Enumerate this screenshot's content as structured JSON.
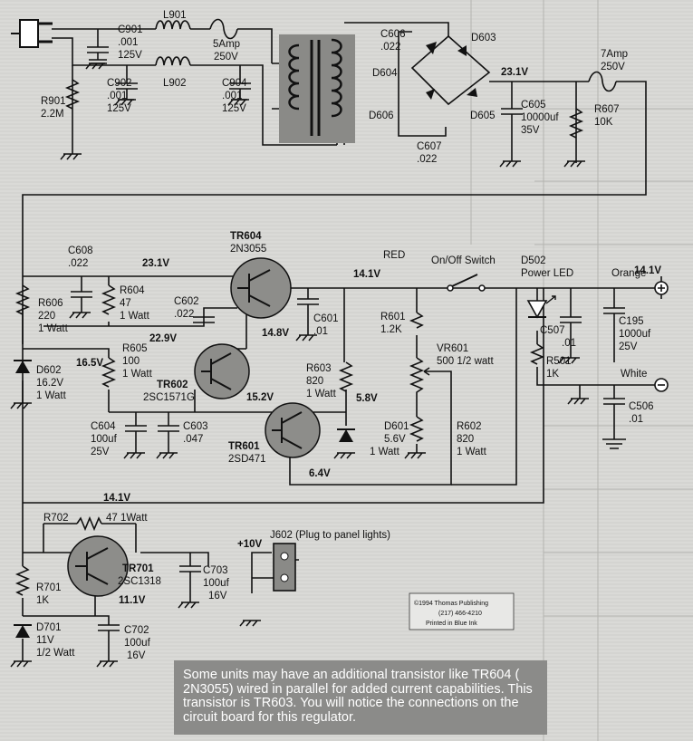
{
  "labels": {
    "c901": [
      "C901",
      ".001",
      "125V"
    ],
    "l901": "L901",
    "fuse1": [
      "5Amp",
      "250V"
    ],
    "l902": "L902",
    "c902": [
      "C902",
      ".001",
      "125V"
    ],
    "c904": [
      "C904",
      ".001",
      "125V"
    ],
    "r901": [
      "R901",
      "2.2M"
    ],
    "c606": [
      "C606",
      ".022"
    ],
    "d603": "D603",
    "d604": "D604",
    "d606": "D606",
    "d605": "D605",
    "c607": [
      "C607",
      ".022"
    ],
    "v231a": "23.1V",
    "c605": [
      "C605",
      "10000uf",
      "35V"
    ],
    "fuse2": [
      "7Amp",
      "250V"
    ],
    "r607": [
      "R607",
      "10K"
    ],
    "c608": [
      "C608",
      ".022"
    ],
    "v231b": "23.1V",
    "tr604": [
      "TR604",
      "2N3055"
    ],
    "v141a": "14.1V",
    "red": "RED",
    "switch": "On/Off Switch",
    "d502": [
      "D502",
      "Power LED"
    ],
    "orange": "Orange",
    "v141b": "14.1V",
    "r606": [
      "R606",
      "220",
      "1 Watt"
    ],
    "r604": [
      "R604",
      "47",
      "1 Watt"
    ],
    "c602": [
      "C602",
      ".022"
    ],
    "c601": [
      "C601",
      ".01"
    ],
    "r601": [
      "R601",
      "1.2K"
    ],
    "vr601": [
      "VR601",
      "500 1/2 watt"
    ],
    "v229": "22.9V",
    "v148": "14.8V",
    "r605": [
      "R605",
      "100",
      "1 Watt"
    ],
    "v165": "16.5V",
    "d602": [
      "D602",
      "16.2V",
      "1 Watt"
    ],
    "r603": [
      "R603",
      "820",
      "1 Watt"
    ],
    "v58": "5.8V",
    "tr602": [
      "TR602",
      "2SC1571G"
    ],
    "v152": "15.2V",
    "c507": [
      "C507",
      ".01"
    ],
    "c195": [
      "C195",
      "1000uf",
      "25V"
    ],
    "r501": [
      "R501",
      "1K"
    ],
    "white": "White",
    "c506": [
      "C506",
      ".01"
    ],
    "c604": [
      "C604",
      "100uf",
      "25V"
    ],
    "c603": [
      "C603",
      ".047"
    ],
    "tr601": [
      "TR601",
      "2SD471"
    ],
    "d601": [
      "D601",
      "5.6V",
      "1 Watt"
    ],
    "r602": [
      "R602",
      "820",
      "1 Watt"
    ],
    "v64": "6.4V",
    "v141c": "14.1V",
    "r702": [
      "R702",
      "47 1Watt"
    ],
    "j602": "J602 (Plug to panel lights)",
    "v10": "+10V",
    "tr701": [
      "TR701",
      "2SC1318"
    ],
    "c703": [
      "C703",
      "100uf",
      "16V"
    ],
    "r701": [
      "R701",
      "1K"
    ],
    "v111": "11.1V",
    "d701": [
      "D701",
      "11V",
      "1/2 Watt"
    ],
    "c702": [
      "C702",
      "100uf",
      "16V"
    ]
  },
  "stamp": {
    "line1": "©1994 Thomas Publishing",
    "line2": "(217) 466-4210",
    "line3": "Printed in Blue Ink"
  },
  "note": "Some units may have an additional transistor like TR604 ( 2N3055) wired in parallel for added current capabilities. This transistor is TR603. You will notice the connections on the circuit board for this regulator."
}
